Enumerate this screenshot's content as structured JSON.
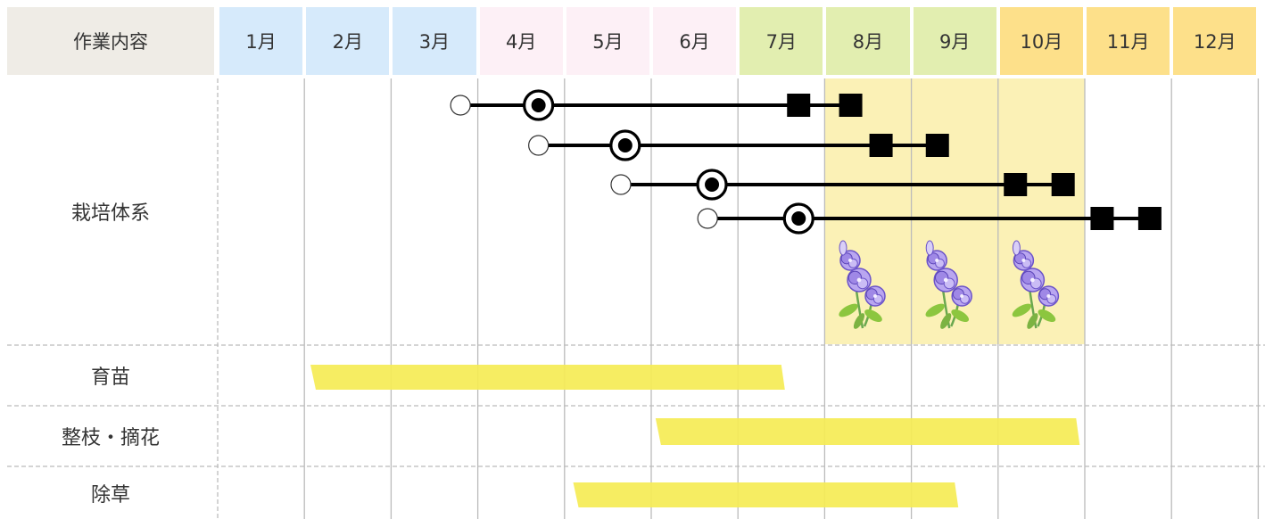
{
  "header": {
    "task_label": "作業内容",
    "months": [
      "1月",
      "2月",
      "3月",
      "4月",
      "5月",
      "6月",
      "7月",
      "8月",
      "9月",
      "10月",
      "11月",
      "12月"
    ],
    "month_colors": [
      "#d6eafb",
      "#d6eafb",
      "#d6eafb",
      "#fdf0f6",
      "#fdf0f6",
      "#fdf0f6",
      "#e2eeb0",
      "#e2eeb0",
      "#e2eeb0",
      "#fde08a",
      "#fde08a",
      "#fde08a"
    ],
    "task_label_color": "#efece6"
  },
  "rows": {
    "cultivation": "栽培体系",
    "seedling": "育苗",
    "pruning": "整枝・摘花",
    "weeding": "除草"
  },
  "colors": {
    "harvest_band": "#fbf1b6",
    "work_bar": "#f5ec55",
    "line": "#000000",
    "grid": "#bbbbbb"
  },
  "icons": {
    "sowing": "open-circle-icon",
    "planting": "double-circle-icon",
    "harvest": "filled-square-icon",
    "flower": "eustoma-flower-icon"
  },
  "cultivation_systems": [
    {
      "sow": 2.8,
      "plant": 3.7,
      "harvest_start": 6.7,
      "harvest_end": 7.3
    },
    {
      "sow": 3.7,
      "plant": 4.7,
      "harvest_start": 7.65,
      "harvest_end": 8.3
    },
    {
      "sow": 4.65,
      "plant": 5.7,
      "harvest_start": 9.2,
      "harvest_end": 9.75
    },
    {
      "sow": 5.65,
      "plant": 6.7,
      "harvest_start": 10.2,
      "harvest_end": 10.75
    }
  ],
  "harvest_period": {
    "start": 7,
    "end": 10
  },
  "work_bars": {
    "seedling": {
      "start": 1.07,
      "end": 6.5
    },
    "pruning": {
      "start": 5.05,
      "end": 9.9
    },
    "weeding": {
      "start": 4.1,
      "end": 8.5
    }
  }
}
